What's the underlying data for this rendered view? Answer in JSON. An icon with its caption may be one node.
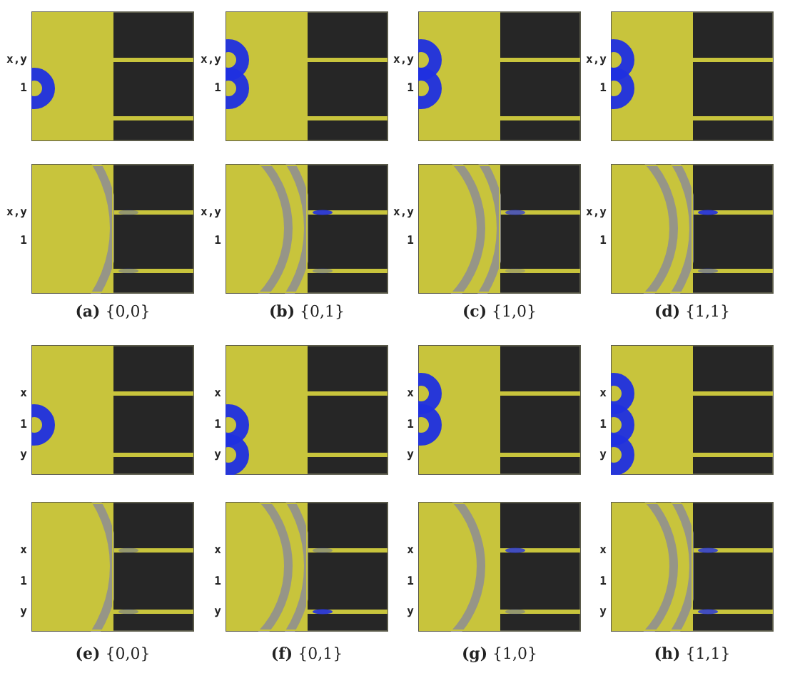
{
  "diagram": {
    "labels": [
      "x,y",
      "1",
      "x,y",
      "1",
      "x,y",
      "1",
      "x,y",
      "1",
      "x,y",
      "1",
      "x,y",
      "1",
      "x,y",
      "1",
      "x,y",
      "1",
      "**(a)** {0,0}",
      "**(b)** {0,1}",
      "**(c)** {1,0}",
      "**(d)** {1,1}",
      "x",
      "1",
      "y",
      "x",
      "1",
      "y",
      "x",
      "1",
      "y",
      "x",
      "1",
      "y",
      "x",
      "1",
      "y",
      "x",
      "1",
      "y",
      "x",
      "1",
      "y",
      "x",
      "1",
      "y",
      "**(e)** {0,0}",
      "**(f)** {0,1}",
      "**(g)** {1,0}",
      "**(h)** {1,1}"
    ]
  }
}
